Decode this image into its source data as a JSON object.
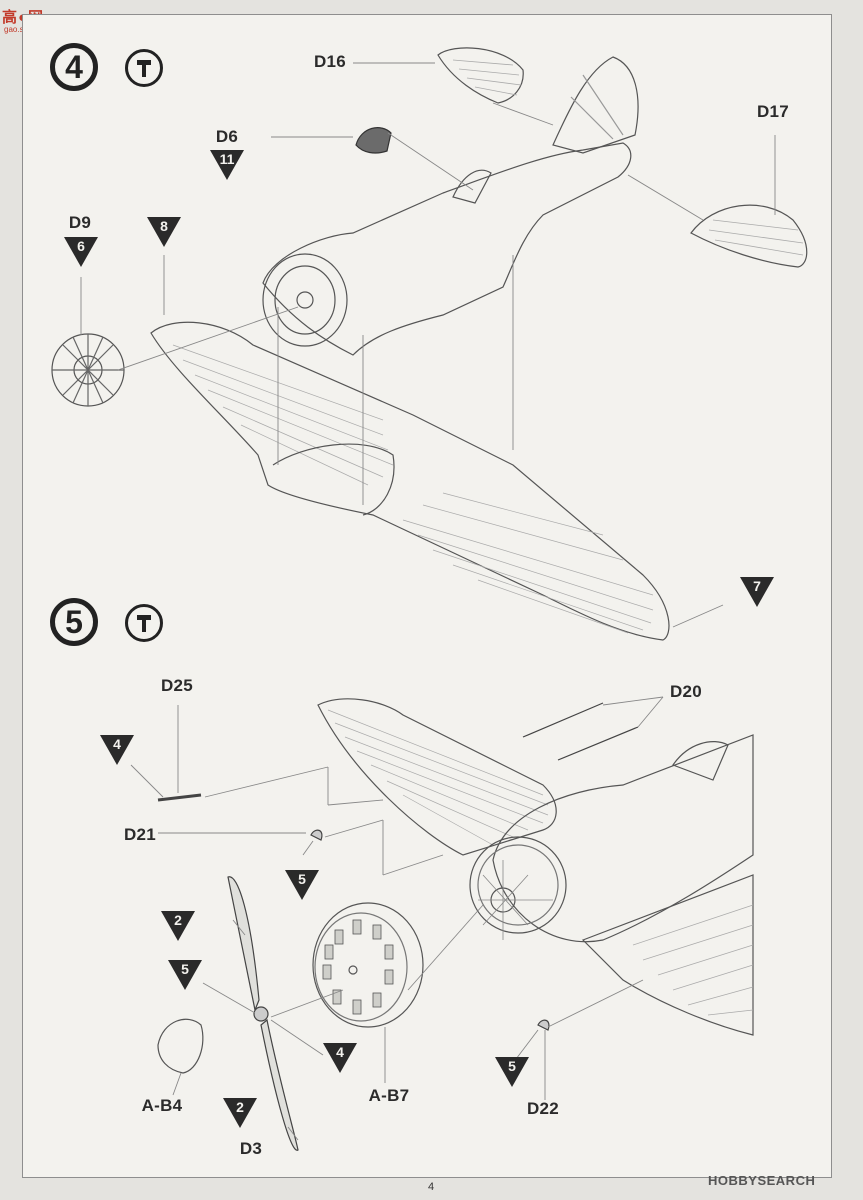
{
  "watermark": {
    "logo": "高●网",
    "url": "gao.shou.com",
    "right": "HOBBYSEARCH"
  },
  "page_number": "4",
  "steps": [
    {
      "number": "4"
    },
    {
      "number": "5"
    }
  ],
  "labels": {
    "d16": "D16",
    "d17": "D17",
    "d6": "D6",
    "d9": "D9",
    "d25": "D25",
    "d20": "D20",
    "d21": "D21",
    "d22": "D22",
    "d3": "D3",
    "ab4": "A-B4",
    "ab7": "A-B7"
  },
  "markers": {
    "m11": "11",
    "m6": "6",
    "m8": "8",
    "m7": "7",
    "m4a": "4",
    "m5a": "5",
    "m2a": "2",
    "m5b": "5",
    "m4b": "4",
    "m2b": "2",
    "m5c": "5"
  },
  "icons": {
    "tool": "glue-tool-icon",
    "marker": "color-reference-triangle-icon"
  }
}
